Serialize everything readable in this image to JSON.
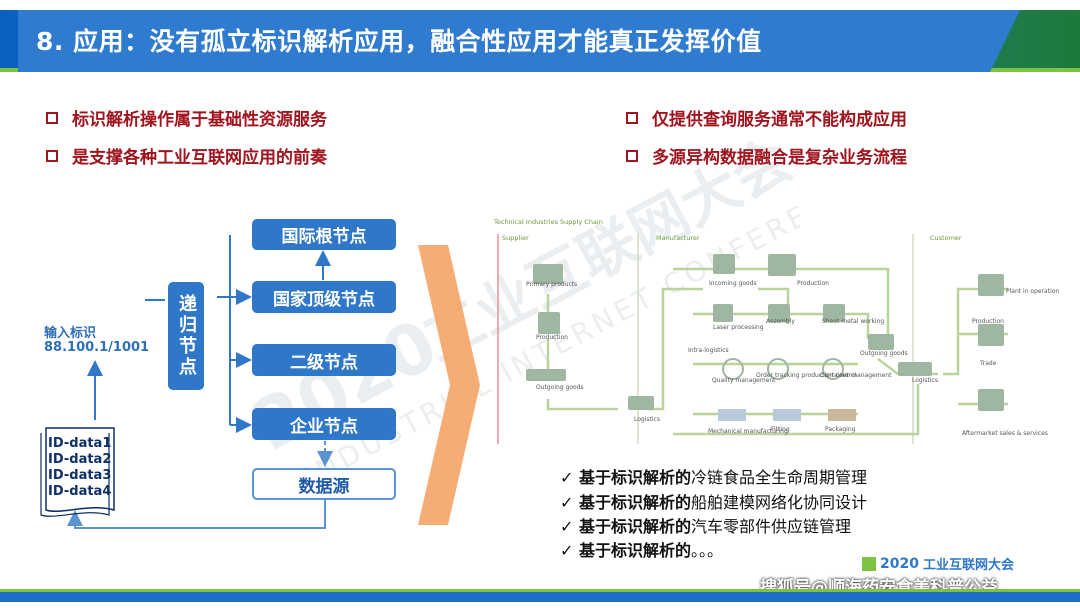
{
  "title": "8. 应用：没有孤立标识解析应用，融合性应用才能真正发挥价值",
  "bullets_left": [
    "标识解析操作属于基础性资源服务",
    "是支撑各种工业互联网应用的前奏"
  ],
  "bullets_right": [
    "仅提供查询服务通常不能构成应用",
    "多源异构数据融合是复杂业务流程"
  ],
  "diagram": {
    "recursive_node": "递归节点",
    "input_label": "输入标识",
    "input_value": "88.100.1/1001",
    "id_data": [
      "ID-data1",
      "ID-data2",
      "ID-data3",
      "ID-data4"
    ],
    "nodes": [
      "国际根节点",
      "国家顶级节点",
      "二级节点",
      "企业节点",
      "数据源"
    ]
  },
  "supply_chain": {
    "title": "Technical Industries Supply Chain",
    "sections": [
      "Supplier",
      "Manufacturer",
      "Customer"
    ],
    "labels": [
      "Primary products",
      "Production",
      "Outgoing goods",
      "Logistics",
      "Incoming goods",
      "Production",
      "Laser processing",
      "Assembly",
      "Sheet metal working",
      "Intra-logistics",
      "Quality management",
      "Order tracking production control",
      "Container management",
      "Outgoing goods",
      "Mechanical manufacturing",
      "Fitting",
      "Packaging",
      "Logistics",
      "Plant in operation",
      "Production",
      "Trade",
      "Aftermarket sales & services"
    ]
  },
  "checklist": [
    {
      "bold": "基于标识解析的",
      "text": "冷链食品全生命周期管理"
    },
    {
      "bold": "基于标识解析的",
      "text": "船舶建模网络化协同设计"
    },
    {
      "bold": "基于标识解析的",
      "text": "汽车零部件供应链管理"
    },
    {
      "bold": "基于标识解析的",
      "text": "。。。"
    }
  ],
  "watermark": {
    "year": "2020",
    "cn": "工业互联网大会",
    "en": "INDUSTRIAL INTERNET CONFERENCE"
  },
  "logo": {
    "year": "2020",
    "cn": "工业互联网大会"
  },
  "source_credit": "搜狐号@顺海药安食美科普公益",
  "colors": {
    "accent_blue": "#2e77c9",
    "accent_green": "#7cc243",
    "bullet_red": "#a0141e",
    "arrow_orange": "#f0a060"
  }
}
